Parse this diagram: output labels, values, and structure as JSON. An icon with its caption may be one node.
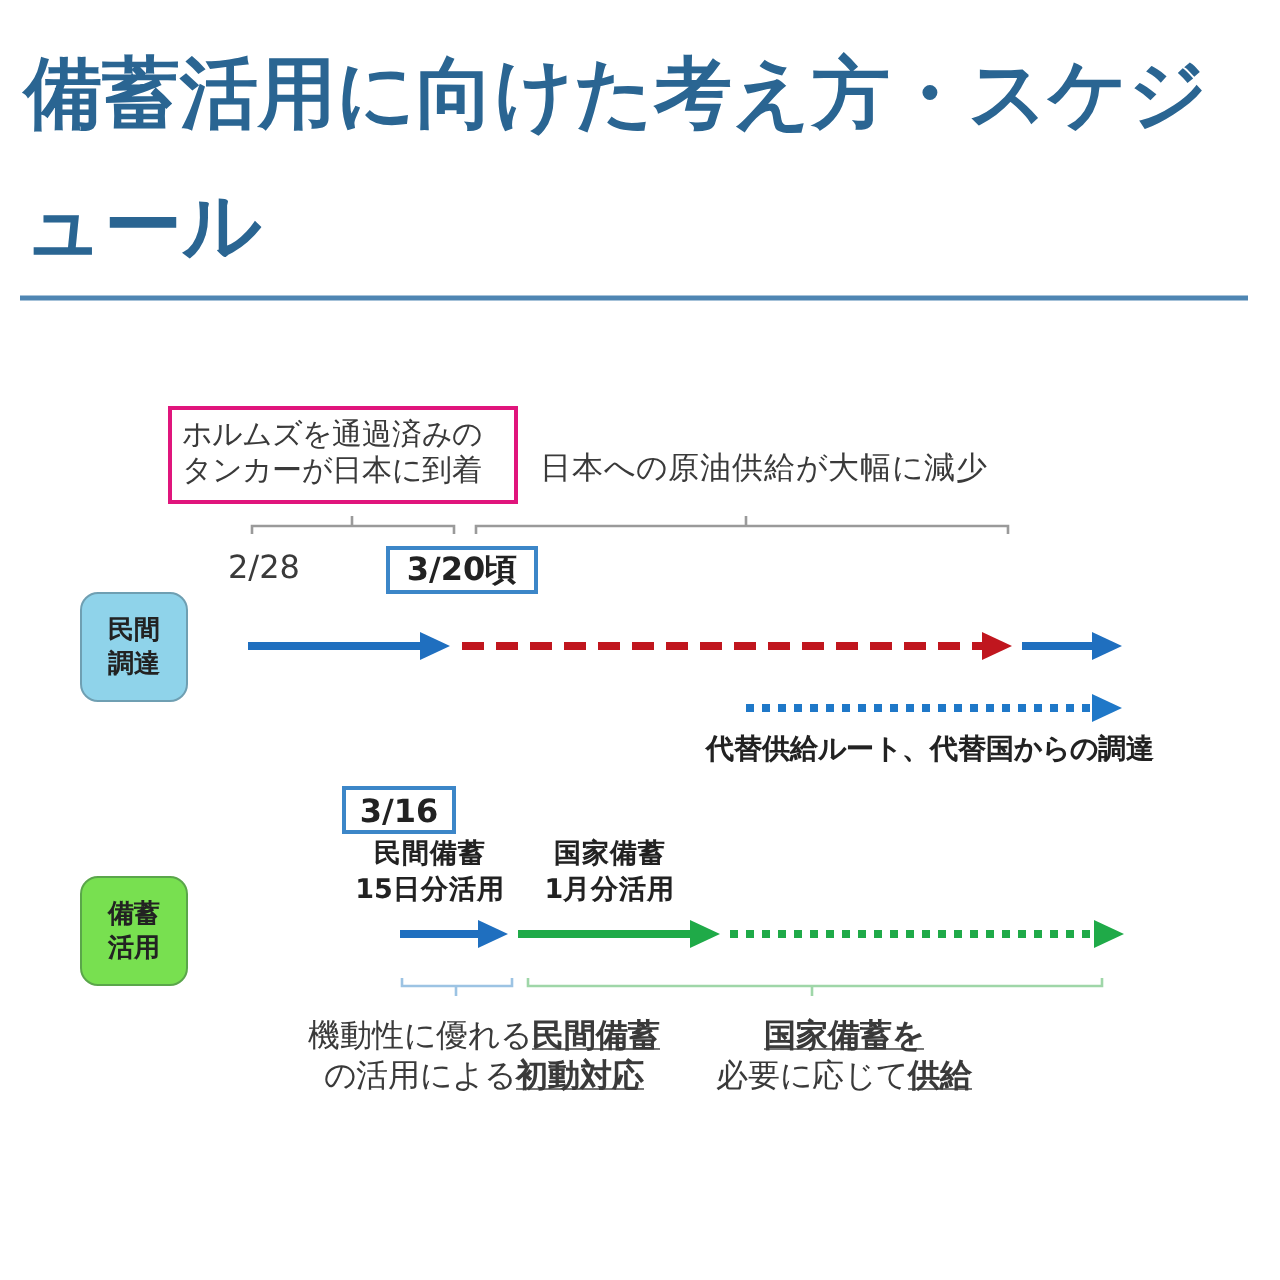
{
  "diagram": {
    "title": "備蓄活用に向けた考え方・スケジュール",
    "nodes": [
      {
        "text": [
          "ホルムズを通過済みのタンカーが日本に到着"
        ]
      },
      {
        "text": [
          "3/20頃"
        ]
      },
      {
        "text": [
          "民間調達"
        ]
      },
      {
        "text": [
          "3/16"
        ]
      },
      {
        "text": [
          "備蓄活用"
        ]
      }
    ],
    "labels": [
      "日本への原油供給が大幅に減少",
      "2/28",
      "代替供給ルート、代替国からの調達",
      "民間備蓄15日分活用",
      "国家備蓄1月分活用",
      "機動性に優れる**民間備蓄**の活用による**初動対応**",
      "**国家備蓄を**必要に応じて**供給**"
    ]
  }
}
